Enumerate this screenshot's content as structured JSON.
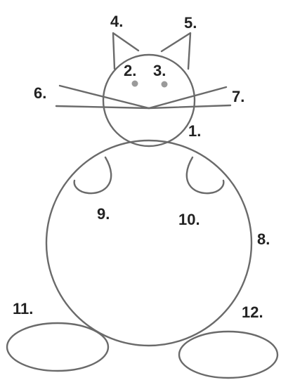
{
  "diagram": {
    "labels": {
      "head": "1.",
      "left_eye": "2.",
      "right_eye": "3.",
      "left_ear": "4.",
      "right_ear": "5.",
      "left_whiskers": "6.",
      "right_whiskers": "7.",
      "body": "8.",
      "left_arm": "9.",
      "right_arm": "10.",
      "left_foot": "11.",
      "right_foot": "12."
    },
    "colors": {
      "line": "#6a6a6a",
      "eye": "#9a9a9a",
      "text": "#222222",
      "background": "#ffffff"
    }
  }
}
